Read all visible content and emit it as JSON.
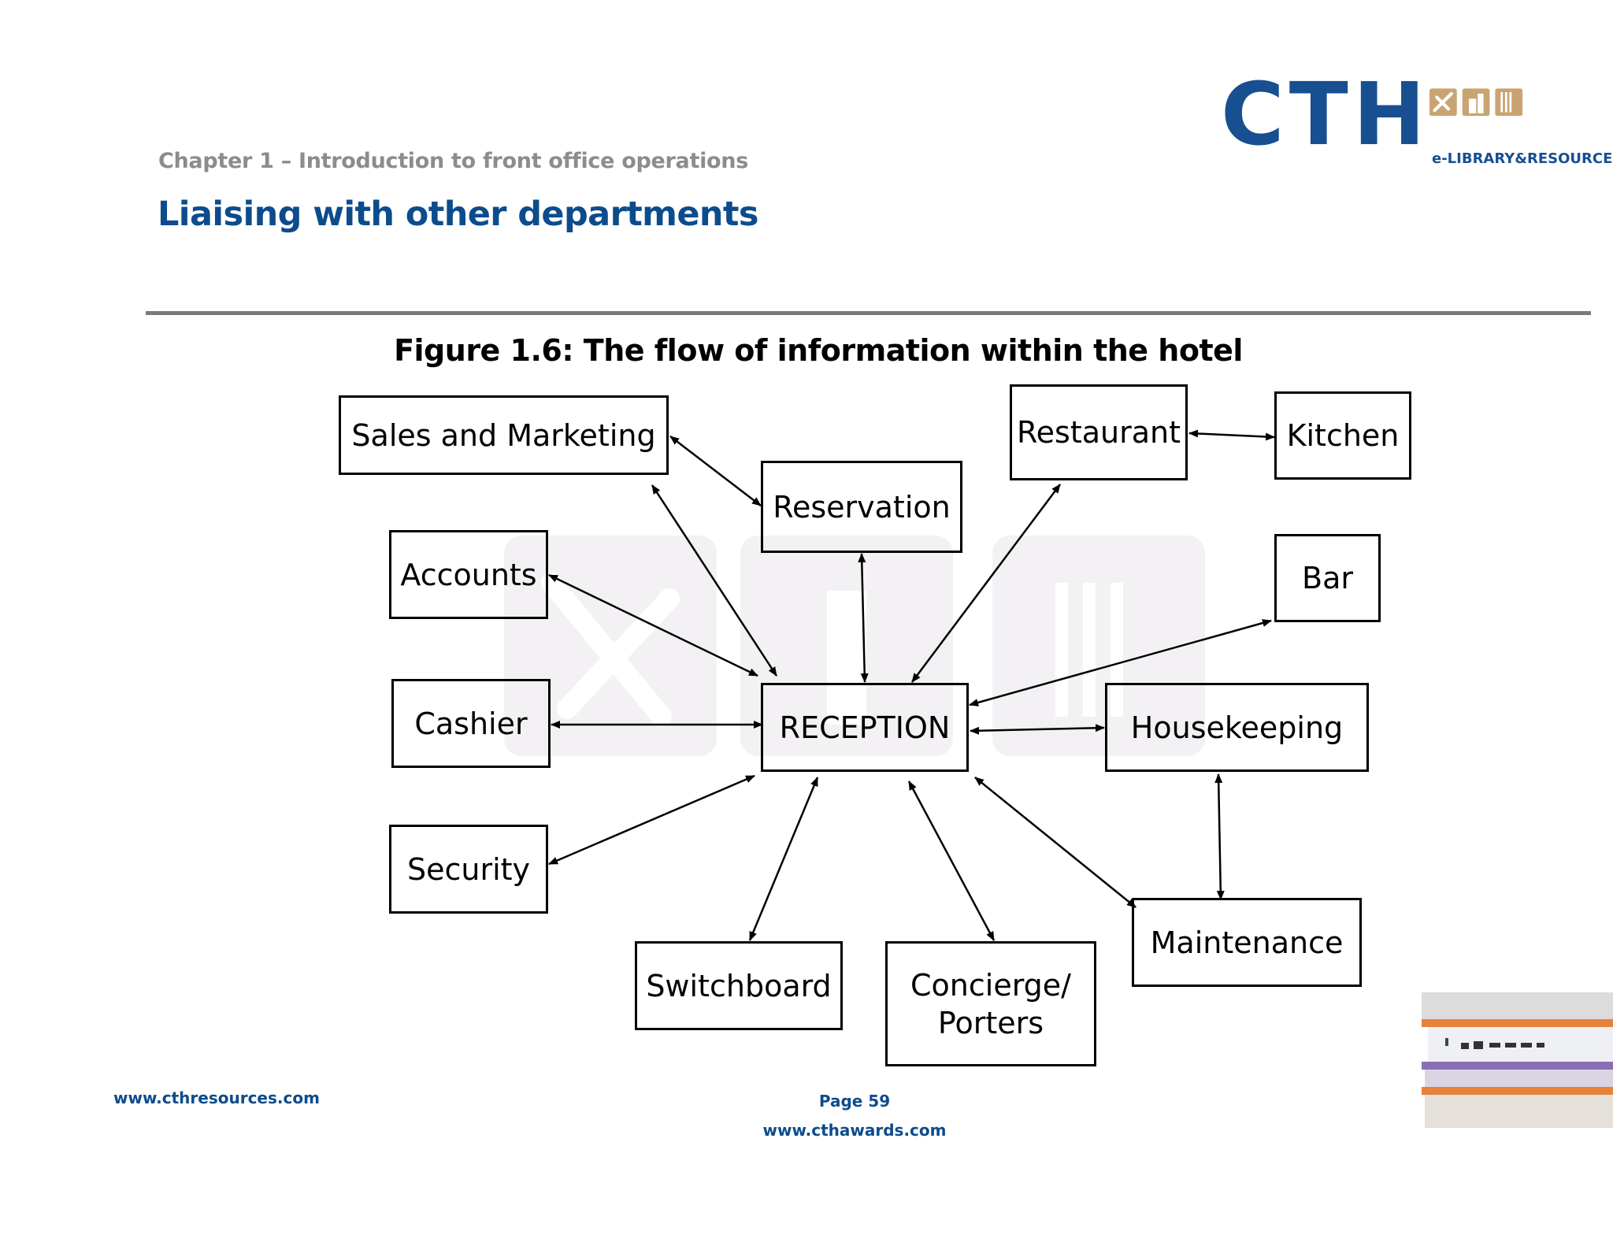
{
  "header": {
    "chapter": "Chapter 1 – Introduction to front office operations",
    "title": "Liaising with other departments"
  },
  "logo": {
    "text": "CTH",
    "subtitle": "e-LIBRARY&RESOURCE"
  },
  "figure": {
    "title": "Figure 1.6: The flow of information within the hotel",
    "nodes": {
      "sales": "Sales and Marketing",
      "reservation": "Reservation",
      "restaurant": "Restaurant",
      "kitchen": "Kitchen",
      "accounts": "Accounts",
      "bar": "Bar",
      "cashier": "Cashier",
      "reception": "RECEPTION",
      "housekeeping": "Housekeeping",
      "security": "Security",
      "maintenance": "Maintenance",
      "switchboard": "Switchboard",
      "concierge": "Concierge/\nPorters"
    },
    "edges": [
      [
        "sales",
        "reservation"
      ],
      [
        "sales",
        "reception"
      ],
      [
        "reservation",
        "reception"
      ],
      [
        "restaurant",
        "reception"
      ],
      [
        "restaurant",
        "kitchen"
      ],
      [
        "accounts",
        "reception"
      ],
      [
        "bar",
        "reception"
      ],
      [
        "cashier",
        "reception"
      ],
      [
        "reception",
        "housekeeping"
      ],
      [
        "security",
        "reception"
      ],
      [
        "switchboard",
        "reception"
      ],
      [
        "concierge",
        "reception"
      ],
      [
        "maintenance",
        "reception"
      ],
      [
        "housekeeping",
        "maintenance"
      ]
    ]
  },
  "footer": {
    "left_url": "www.cthresources.com",
    "page": "Page  59",
    "url": "www.cthawards.com"
  }
}
